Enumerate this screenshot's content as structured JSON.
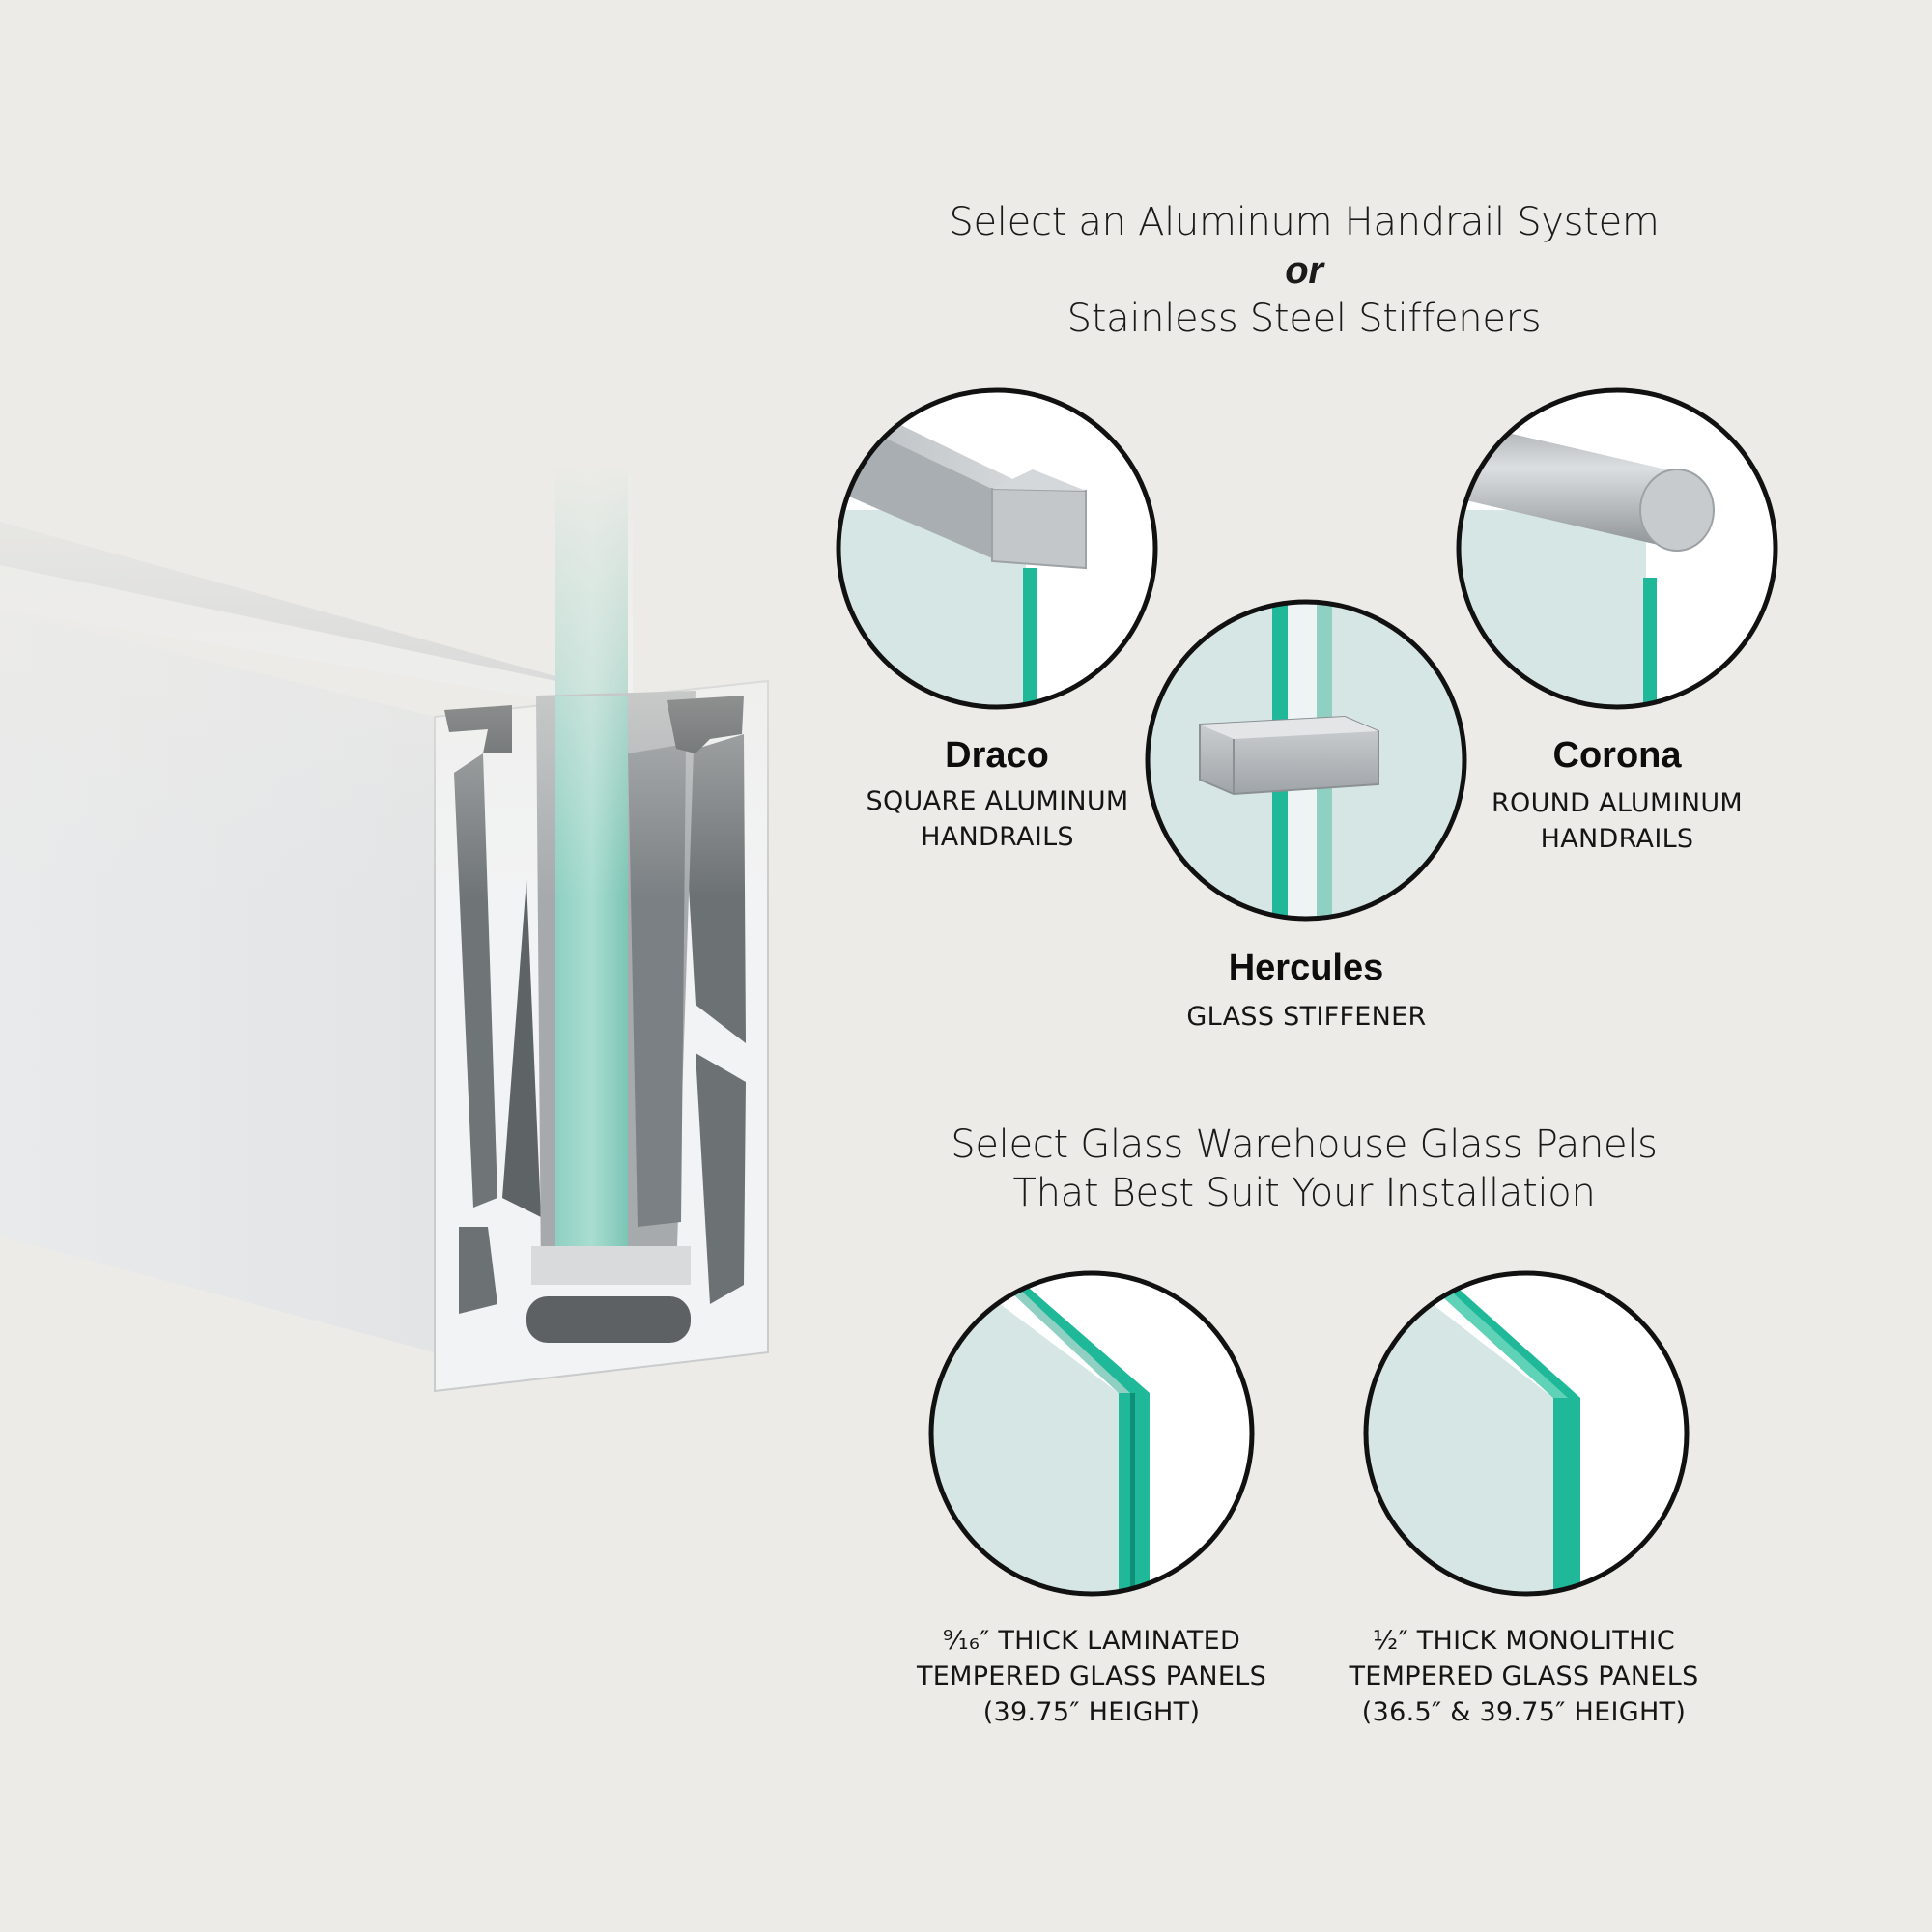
{
  "handrail_section": {
    "title_line1": "Select an Aluminum Handrail System",
    "title_or": "or",
    "title_line2": "Stainless Steel Stiffeners"
  },
  "products": {
    "draco": {
      "name": "Draco",
      "desc_line1": "SQUARE ALUMINUM",
      "desc_line2": "HANDRAILS"
    },
    "corona": {
      "name": "Corona",
      "desc_line1": "ROUND ALUMINUM",
      "desc_line2": "HANDRAILS"
    },
    "hercules": {
      "name": "Hercules",
      "desc_line1": "GLASS STIFFENER"
    }
  },
  "glass_section": {
    "title_line1": "Select Glass Warehouse Glass Panels",
    "title_line2": "That Best Suit Your Installation"
  },
  "panels": {
    "laminated": {
      "fraction": "⁹⁄₁₆″",
      "desc_line1": "THICK LAMINATED",
      "desc_line2": "TEMPERED GLASS PANELS",
      "desc_line3": "(39.75″ HEIGHT)"
    },
    "monolithic": {
      "fraction": "½″",
      "desc_line1": "THICK MONOLITHIC",
      "desc_line2": "TEMPERED GLASS PANELS",
      "desc_line3": "(36.5″ & 39.75″ HEIGHT)"
    }
  },
  "colors": {
    "background": "#ecebe7",
    "glass_edge": "#1fb99a",
    "glass_face": "#d6e6e4",
    "aluminum": "#dfe1e3",
    "outline": "#111111"
  }
}
